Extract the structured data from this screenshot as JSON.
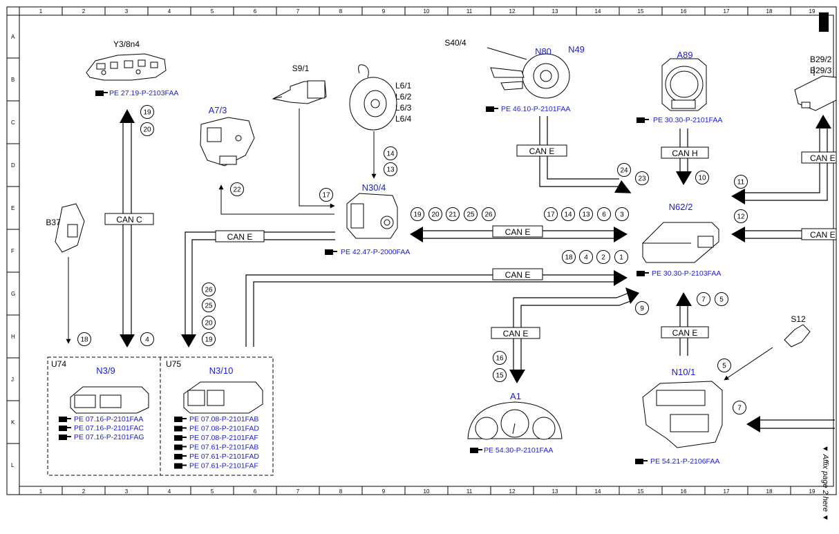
{
  "grid": {
    "columns": [
      "1",
      "2",
      "3",
      "4",
      "5",
      "6",
      "7",
      "8",
      "9",
      "10",
      "11",
      "12",
      "13",
      "14",
      "15",
      "16",
      "17",
      "18",
      "19"
    ],
    "rows": [
      "A",
      "B",
      "C",
      "D",
      "E",
      "F",
      "G",
      "H",
      "J",
      "K",
      "L"
    ]
  },
  "components": {
    "y3": {
      "code": "Y3/8n4",
      "refs": [
        "PE 27.19-P-2103FAA"
      ]
    },
    "a7": {
      "code": "A7/3"
    },
    "s9": {
      "code": "S9/1"
    },
    "l6": {
      "codes": [
        "L6/1",
        "L6/2",
        "L6/3",
        "L6/4"
      ]
    },
    "s40": {
      "code": "S40/4"
    },
    "n80": {
      "code": "N80",
      "refs": [
        "PE 46.10-P-2101FAA"
      ]
    },
    "n49": {
      "code": "N49"
    },
    "a89": {
      "code": "A89",
      "refs": [
        "PE 30.30-P-2101FAA"
      ]
    },
    "b29": {
      "codes": [
        "B29/2",
        "B29/3"
      ]
    },
    "b37": {
      "code": "B37"
    },
    "n30": {
      "code": "N30/4",
      "refs": [
        "PE 42.47-P-2000FAA"
      ]
    },
    "n62": {
      "code": "N62/2",
      "refs": [
        "PE 30.30-P-2103FAA"
      ]
    },
    "u74": {
      "group": "U74",
      "code": "N3/9",
      "refs": [
        "PE 07.16-P-2101FAA",
        "PE 07.16-P-2101FAC",
        "PE 07.16-P-2101FAG"
      ]
    },
    "u75": {
      "group": "U75",
      "code": "N3/10",
      "refs": [
        "PE 07.08-P-2101FAB",
        "PE 07.08-P-2101FAD",
        "PE 07.08-P-2101FAF",
        "PE 07.61-P-2101FAB",
        "PE 07.61-P-2101FAD",
        "PE 07.61-P-2101FAF"
      ]
    },
    "a1": {
      "code": "A1",
      "refs": [
        "PE 54.30-P-2101FAA"
      ]
    },
    "s12": {
      "code": "S12"
    },
    "n10": {
      "code": "N10/1",
      "refs": [
        "PE 54.21-P-2106FAA"
      ]
    }
  },
  "buses": {
    "can_c": "CAN C",
    "can_e": "CAN E",
    "can_h": "CAN H"
  },
  "signals": {
    "y3_down": [
      "19",
      "20"
    ],
    "y3_up": [
      "4"
    ],
    "b37": [
      "18"
    ],
    "u75_list": [
      "26",
      "25",
      "20",
      "19"
    ],
    "a7": [
      "22"
    ],
    "s9": [
      "17"
    ],
    "l6": [
      "14",
      "13"
    ],
    "n30_left": [
      "19",
      "20",
      "21",
      "25",
      "26"
    ],
    "n30_right": [
      "17",
      "14",
      "13",
      "6",
      "3"
    ],
    "n80": [
      "24",
      "23"
    ],
    "a89": [
      "10"
    ],
    "b29": [
      "11"
    ],
    "right_in": [
      "12"
    ],
    "n3_line": [
      "18",
      "4",
      "2",
      "1"
    ],
    "a1_branch": [
      "9"
    ],
    "n10_up": [
      "7",
      "5"
    ],
    "a1": [
      "16",
      "15"
    ],
    "s12": [
      "5"
    ],
    "right_bottom": [
      "7"
    ]
  },
  "margin_note": "▼ Affix page 2 here ▼",
  "corner_mark": "▮"
}
